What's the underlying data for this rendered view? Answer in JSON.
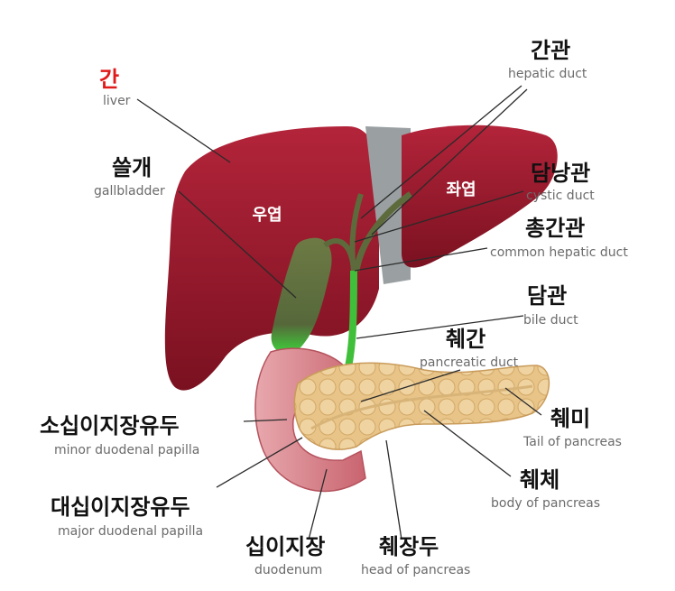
{
  "labels": {
    "liver": {
      "ko": "간",
      "en": "liver"
    },
    "gallbladder": {
      "ko": "쓸개",
      "en": "gallbladder"
    },
    "hepatic_duct": {
      "ko": "간관",
      "en": "hepatic duct"
    },
    "cystic_duct": {
      "ko": "담낭관",
      "en": "cystic duct"
    },
    "common_hepatic_duct": {
      "ko": "총간관",
      "en": "common hepatic duct"
    },
    "bile_duct": {
      "ko": "담관",
      "en": "bile duct"
    },
    "pancreatic_duct": {
      "ko": "췌간",
      "en": "pancreatic duct"
    },
    "tail_of_pancreas": {
      "ko": "췌미",
      "en": "Tail of pancreas"
    },
    "body_of_pancreas": {
      "ko": "췌체",
      "en": "body of pancreas"
    },
    "minor_papilla": {
      "ko": "소십이지장유두",
      "en": "minor duodenal papilla"
    },
    "major_papilla": {
      "ko": "대십이지장유두",
      "en": "major duodenal papilla"
    },
    "duodenum": {
      "ko": "십이지장",
      "en": "duodenum"
    },
    "head_of_pancreas": {
      "ko": "췌장두",
      "en": "head of pancreas"
    }
  },
  "organ_labels": {
    "right_lobe": "우엽",
    "left_lobe": "좌엽"
  },
  "colors": {
    "liver": "#9b1b2c",
    "gallbladder": "#5a6b3a",
    "bile_duct": "#3fbf3a",
    "pancreas": "#e8c489",
    "duodenum": "#d98a92",
    "highlight_label": "#e01919"
  }
}
